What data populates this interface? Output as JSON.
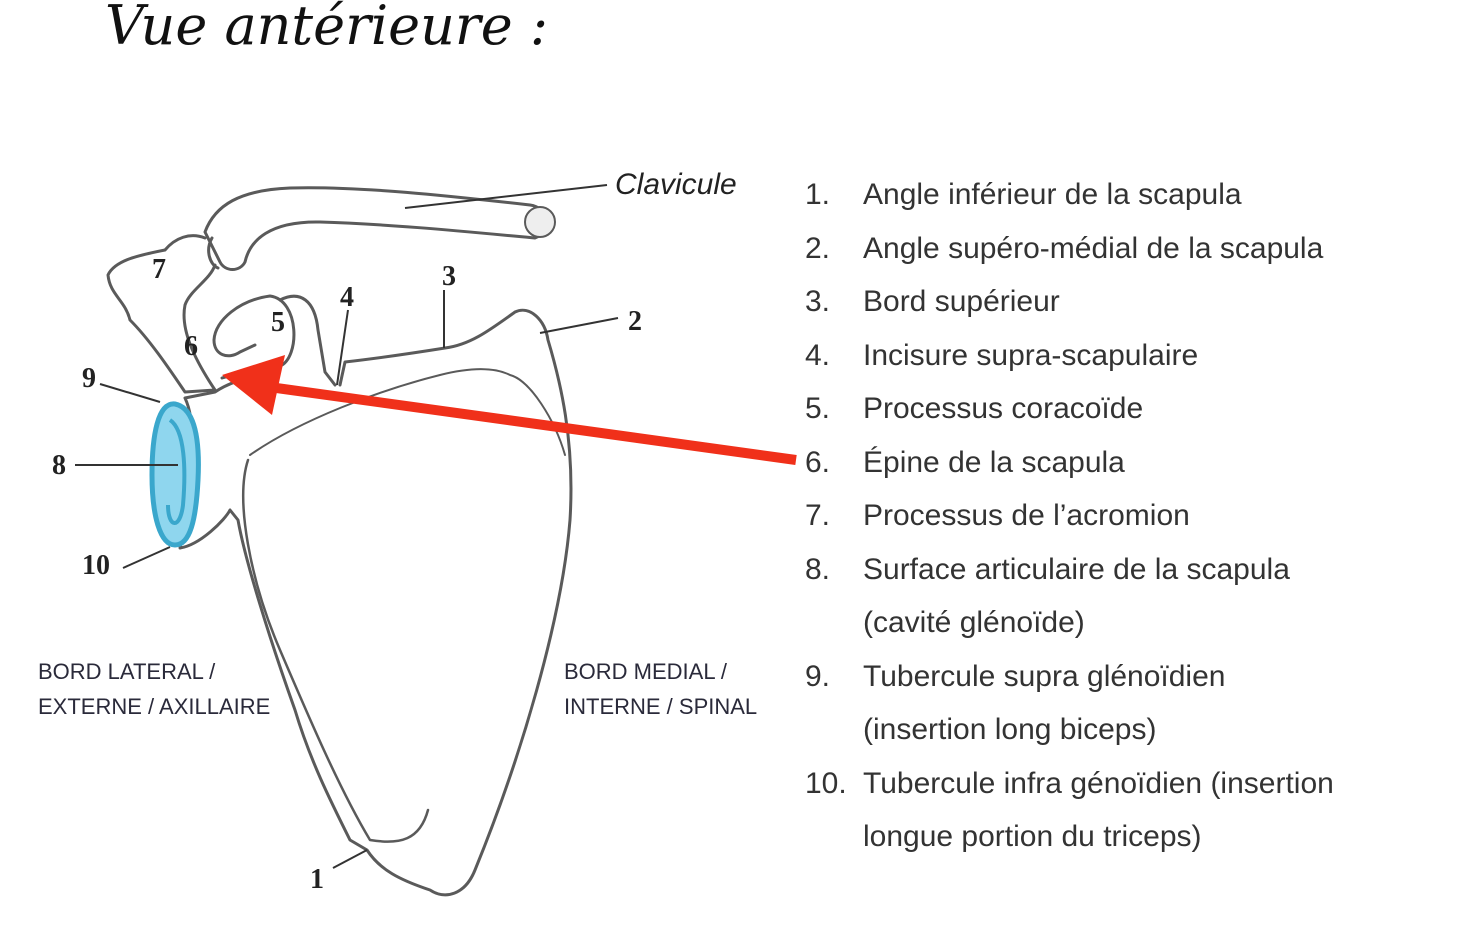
{
  "title": "Vue antérieure :",
  "diagram": {
    "clavicle_label": "Clavicule",
    "numbers": [
      "1",
      "2",
      "3",
      "4",
      "5",
      "6",
      "7",
      "8",
      "9",
      "10"
    ],
    "lateral_border": [
      "BORD LATERAL /",
      "EXTERNE / AXILLAIRE"
    ],
    "medial_border": [
      "BORD MEDIAL /",
      "INTERNE / SPINAL"
    ],
    "colors": {
      "glenoid": "#5bc0e0",
      "arrow": "#f0301a",
      "outline": "#555555"
    }
  },
  "legend": [
    {
      "num": "1.",
      "text": "Angle inférieur de la scapula"
    },
    {
      "num": "2.",
      "text": "Angle supéro-médial de la scapula"
    },
    {
      "num": "3.",
      "text": "Bord supérieur"
    },
    {
      "num": "4.",
      "text": "Incisure supra-scapulaire"
    },
    {
      "num": "5.",
      "text": "Processus coracoïde"
    },
    {
      "num": "6.",
      "text": "Épine de la scapula"
    },
    {
      "num": "7.",
      "text": "Processus de l’acromion"
    },
    {
      "num": "8.",
      "text": "Surface articulaire de la scapula",
      "cont": "(cavité glénoïde)"
    },
    {
      "num": "9.",
      "text": "Tubercule supra glénoïdien",
      "cont": "(insertion long biceps)"
    },
    {
      "num": "10.",
      "text": "Tubercule infra génoïdien (insertion",
      "cont": "longue portion du triceps)"
    }
  ]
}
